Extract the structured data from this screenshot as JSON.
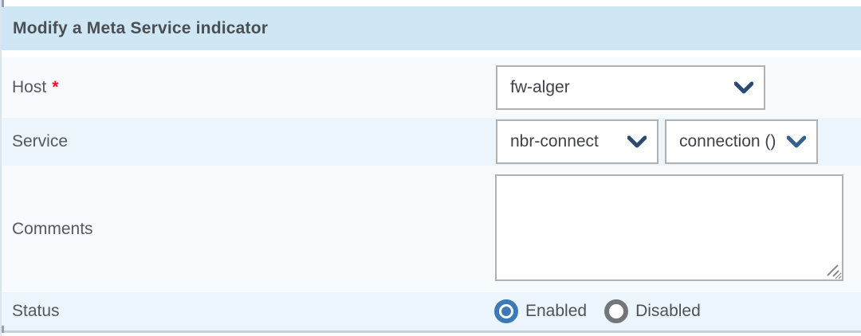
{
  "panel": {
    "title": "Modify a Meta Service indicator"
  },
  "form": {
    "host": {
      "label": "Host",
      "required_marker": "*",
      "value": "fw-alger"
    },
    "service": {
      "label": "Service",
      "service_value": "nbr-connect",
      "metric_value": "connection ()"
    },
    "comments": {
      "label": "Comments",
      "value": ""
    },
    "status": {
      "label": "Status",
      "selected_value": "Enabled",
      "options": [
        {
          "label": "Enabled",
          "selected": true
        },
        {
          "label": "Disabled",
          "selected": false
        }
      ]
    }
  },
  "colors": {
    "header_bg": "#cfe6f4",
    "row_light": "#f7fbfe",
    "row_shaded": "#ecf5fb",
    "bottom_border": "#c4d0dd",
    "control_border": "#b1b1b1",
    "chevron_blue": "#2b4a74",
    "radio_selected_blue": "#3b79b8",
    "radio_unselected_gray": "#72777b",
    "required_red": "#f50f28",
    "label_gray": "#55595e"
  }
}
